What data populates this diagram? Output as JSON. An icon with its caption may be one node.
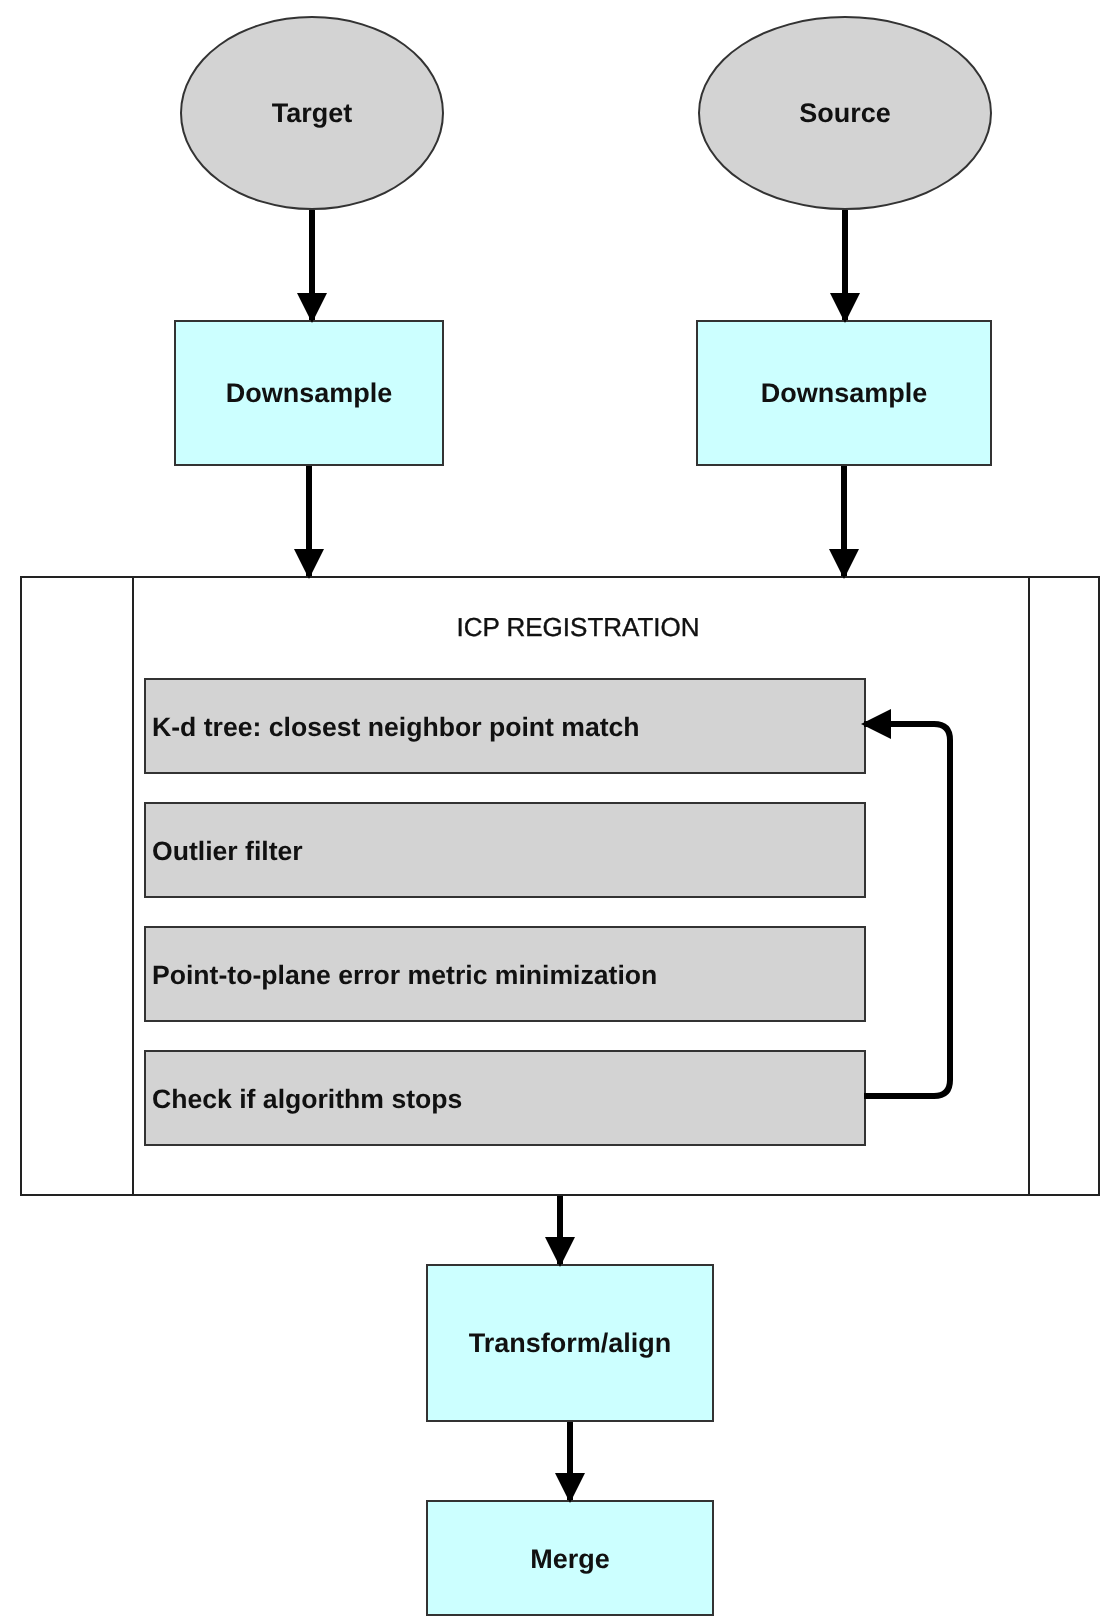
{
  "diagram": {
    "nodes": [
      {
        "text": [
          "Target"
        ]
      },
      {
        "text": [
          "Source"
        ]
      },
      {
        "text": [
          "Downsample"
        ]
      },
      {
        "text": [
          "Downsample"
        ]
      },
      {
        "text": [
          "ICP REGISTRATION"
        ]
      },
      {
        "text": [
          "K-d tree: closest neighbor point match"
        ],
        "in": 4
      },
      {
        "text": [
          "Outlier filter"
        ],
        "in": 4
      },
      {
        "text": [
          "Point-to-plane error metric minimization"
        ],
        "in": 4
      },
      {
        "text": [
          "Check if algorithm stops"
        ],
        "in": 4
      },
      {
        "text": [
          "Transform/align"
        ]
      },
      {
        "text": [
          "Merge"
        ]
      }
    ],
    "edges": [
      {
        "from": 0,
        "to": 2,
        "arrow": "to"
      },
      {
        "from": 1,
        "to": 3,
        "arrow": "to"
      },
      {
        "from": 2,
        "to": 4,
        "arrow": "to"
      },
      {
        "from": 3,
        "to": 4,
        "arrow": "to"
      },
      {
        "from": 8,
        "to": 5,
        "arrow": "to"
      },
      {
        "from": 4,
        "to": 9,
        "arrow": "to"
      },
      {
        "from": 9,
        "to": 10,
        "arrow": "to"
      }
    ]
  }
}
